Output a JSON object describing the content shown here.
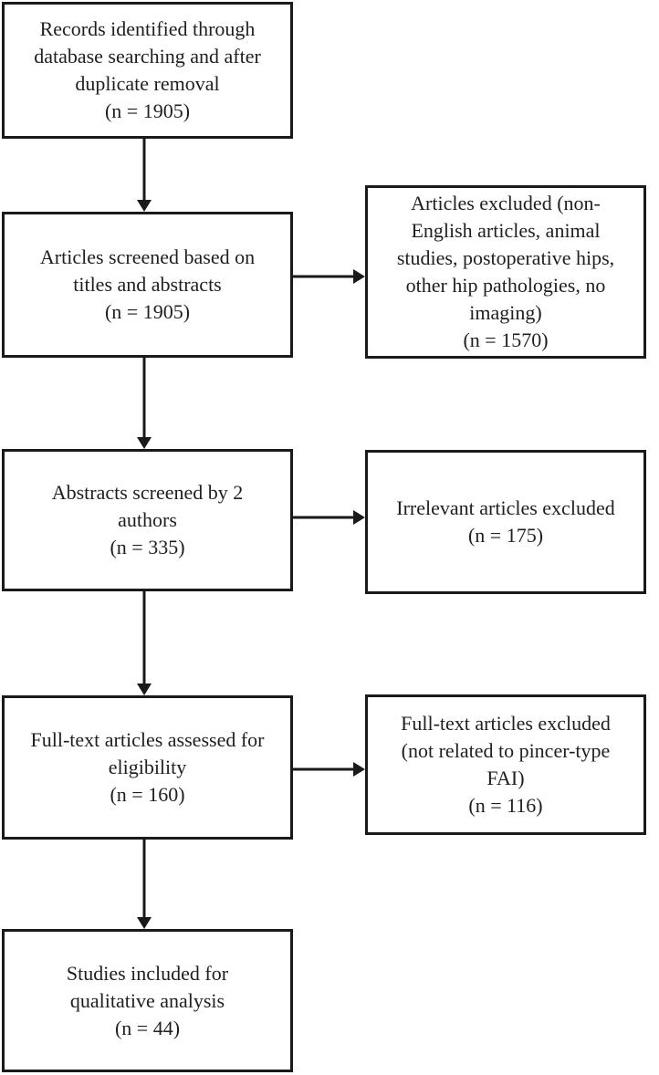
{
  "flow": {
    "type": "flowchart",
    "colors": {
      "line": "#1a1a1a",
      "text": "#1f1f1f",
      "background": "#ffffff"
    },
    "main": [
      {
        "id": "records-identified",
        "label": "Records identified through\ndatabase searching and after\nduplicate removal",
        "count": "(n = 1905)"
      },
      {
        "id": "titles-abstracts-screened",
        "label": "Articles screened based on\ntitles and abstracts",
        "count": "(n = 1905)"
      },
      {
        "id": "abstracts-screened",
        "label": "Abstracts screened by 2\nauthors",
        "count": "(n = 335)"
      },
      {
        "id": "full-text-assessed",
        "label": "Full-text articles assessed for\neligibility",
        "count": "(n = 160)"
      },
      {
        "id": "studies-included",
        "label": "Studies included for\nqualitative analysis",
        "count": "(n = 44)"
      }
    ],
    "excluded": [
      {
        "id": "articles-excluded-screening",
        "label": "Articles excluded (non-\nEnglish articles, animal\nstudies, postoperative hips,\nother hip pathologies, no\nimaging)",
        "count": "(n = 1570)"
      },
      {
        "id": "irrelevant-articles-excluded",
        "label": "Irrelevant articles excluded",
        "count": "(n = 175)"
      },
      {
        "id": "full-text-articles-excluded",
        "label": "Full-text articles excluded\n(not related to pincer-type\nFAI)",
        "count": "(n = 116)"
      }
    ]
  }
}
